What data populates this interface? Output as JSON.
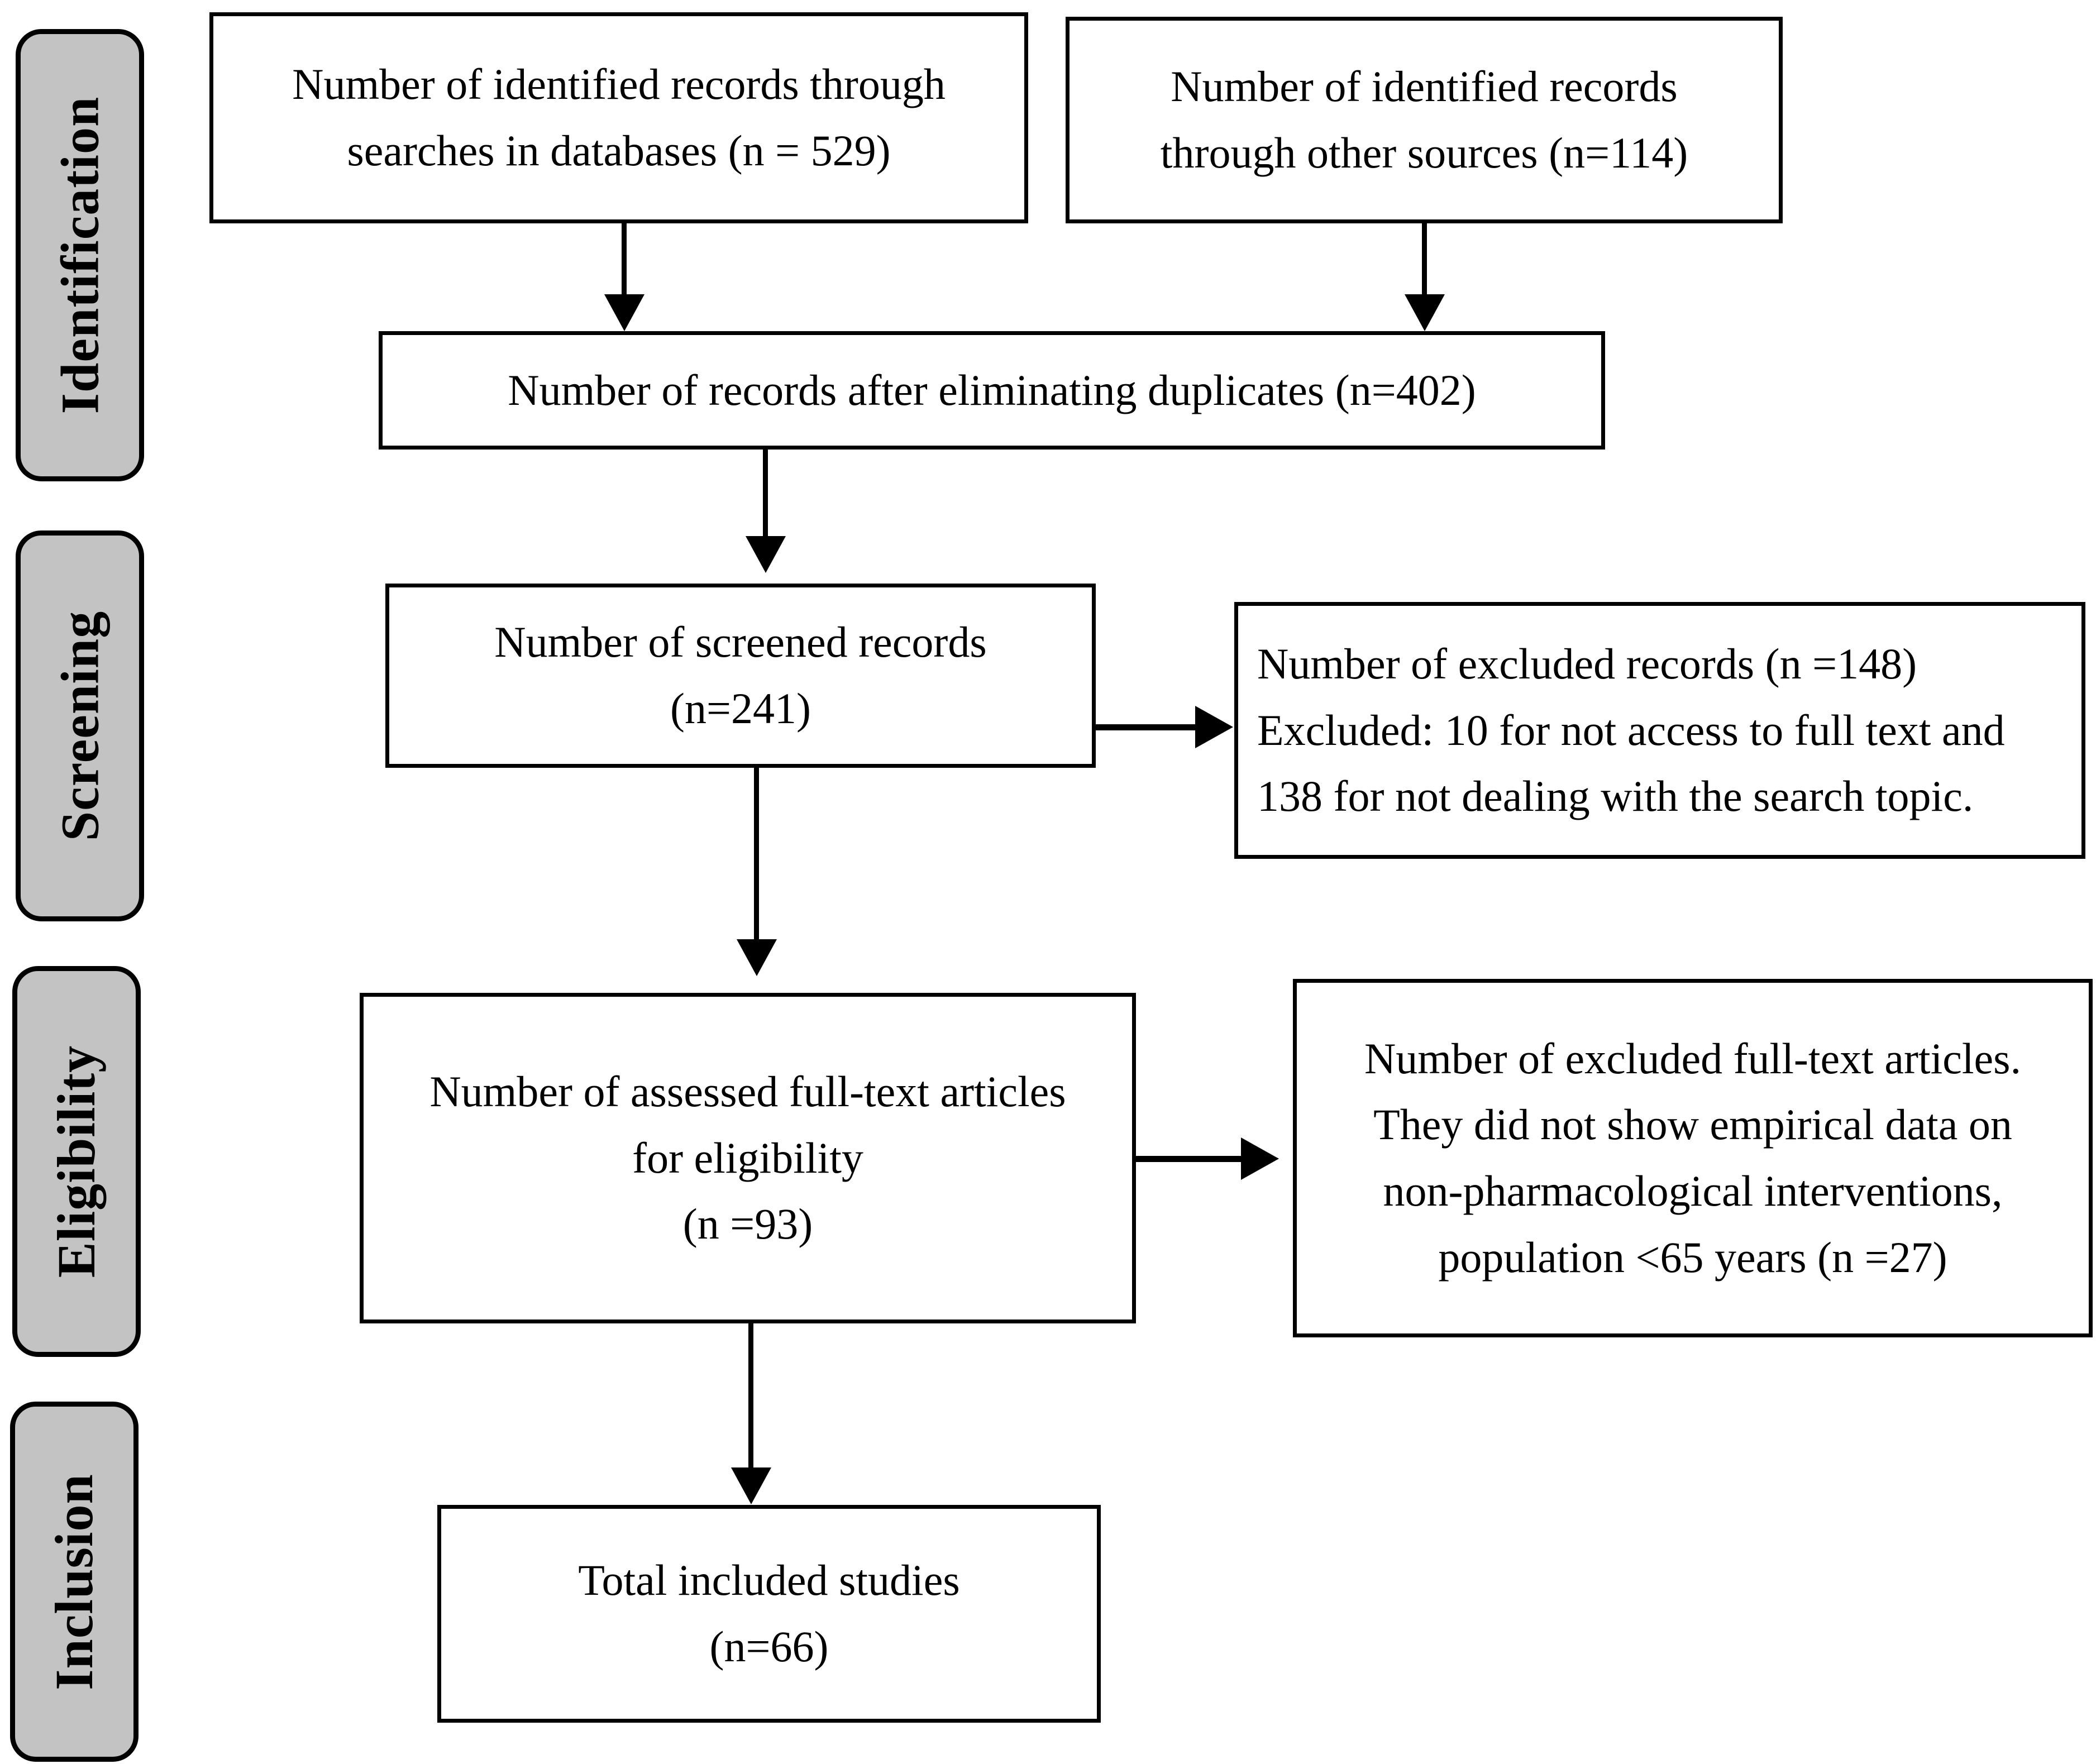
{
  "diagram": {
    "type": "PRISMA flow diagram",
    "stages": [
      {
        "id": "identification",
        "label": "Identification"
      },
      {
        "id": "screening",
        "label": "Screening"
      },
      {
        "id": "eligibility",
        "label": "Eligibility"
      },
      {
        "id": "inclusion",
        "label": "Inclusion"
      }
    ],
    "boxes": {
      "databases": {
        "line1": "Number of identified records through",
        "line2": "searches in databases (n = 529)",
        "n": 529
      },
      "other_sources": {
        "line1": "Number of identified records",
        "line2": "through other sources (n=114)",
        "n": 114
      },
      "after_duplicates": {
        "line1": "Number of records after eliminating duplicates (n=402)",
        "n": 402
      },
      "screened": {
        "line1": "Number of screened records",
        "line2": "(n=241)",
        "n": 241
      },
      "excluded_records": {
        "line1": "Number of excluded records (n =148)",
        "line2": "Excluded: 10 for not access to full text and",
        "line3": "138 for not dealing with the search topic.",
        "n": 148
      },
      "full_text_assessed": {
        "line1": "Number of assessed full-text articles",
        "line2": "for eligibility",
        "line3": "(n =93)",
        "n": 93
      },
      "excluded_full_text": {
        "line1": "Number of excluded full-text articles.",
        "line2": "They did not show empirical data on",
        "line3": "non-pharmacological interventions,",
        "line4": "population <65 years (n =27)",
        "n": 27
      },
      "included": {
        "line1": "Total included studies",
        "line2": "(n=66)",
        "n": 66
      }
    },
    "colors": {
      "stage_fill": "#c3c3c3",
      "stroke": "#000000",
      "box_fill": "#ffffff"
    }
  }
}
